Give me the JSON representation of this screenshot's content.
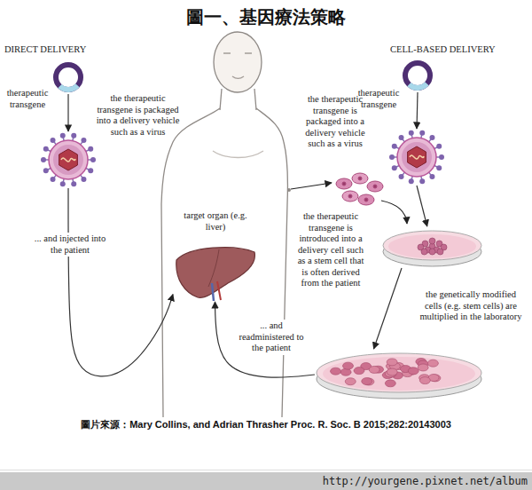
{
  "diagram": {
    "title": "圖一、基因療法策略",
    "caption": "圖片來源：Mary Collins, and Adrian Thrasher Proc. R. Soc. B 2015;282:20143003",
    "nodes": [
      {
        "text": [
          "therapeutic transgene"
        ]
      },
      {
        "text": [
          "the therapeutic transgene is packaged into a delivery vehicle such as a virus"
        ]
      },
      {
        "text": [
          "target organ (e.g. liver)"
        ]
      },
      {
        "text": [
          "therapeutic transgene"
        ]
      },
      {
        "text": [
          "the therapeutic transgene is packaged into a delivery vehicle such as a virus"
        ]
      },
      {
        "text": [
          "the therapeutic transgene is introduced into a delivery cell such as a stem cell that is often derived from the patient"
        ]
      },
      {
        "text": [
          "the genetically modified cells (e.g. stem cells) are multiplied in the laboratory"
        ]
      }
    ],
    "edges": [
      {
        "from": 0,
        "to": 1,
        "arrow": "to"
      },
      {
        "from": 1,
        "to": 2,
        "label": "... and injected into the patient",
        "arrow": "to"
      },
      {
        "from": 3,
        "to": 4,
        "arrow": "to"
      },
      {
        "from": 4,
        "to": 5,
        "arrow": "to"
      },
      {
        "from": 5,
        "to": 6,
        "arrow": "to"
      },
      {
        "from": 6,
        "to": 2,
        "label": "... and readministered to the patient",
        "arrow": "to"
      }
    ],
    "labels": [
      "DIRECT DELIVERY",
      "CELL-BASED DELIVERY",
      "http://yourgene.pixnet.net/album"
    ]
  }
}
